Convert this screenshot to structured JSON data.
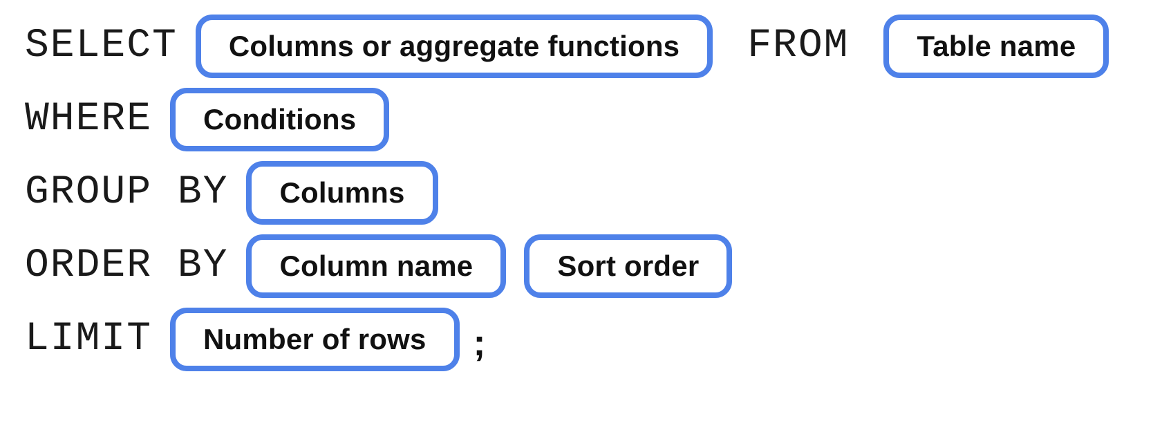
{
  "diagram": {
    "description": "SQL query syntax template",
    "colors": {
      "box_border": "#4e81e9",
      "keyword_text": "#1a1a1a",
      "label_text": "#111111",
      "background": "#ffffff"
    },
    "rows": [
      {
        "keyword": "SELECT",
        "box": "Columns or aggregate functions",
        "keyword2": "FROM",
        "box2": "Table name"
      },
      {
        "keyword": "WHERE",
        "box": "Conditions"
      },
      {
        "keyword": "GROUP BY",
        "box": "Columns"
      },
      {
        "keyword": "ORDER BY",
        "box": "Column name",
        "box2": "Sort order"
      },
      {
        "keyword": "LIMIT",
        "box": "Number of rows",
        "terminator": ";"
      }
    ]
  }
}
